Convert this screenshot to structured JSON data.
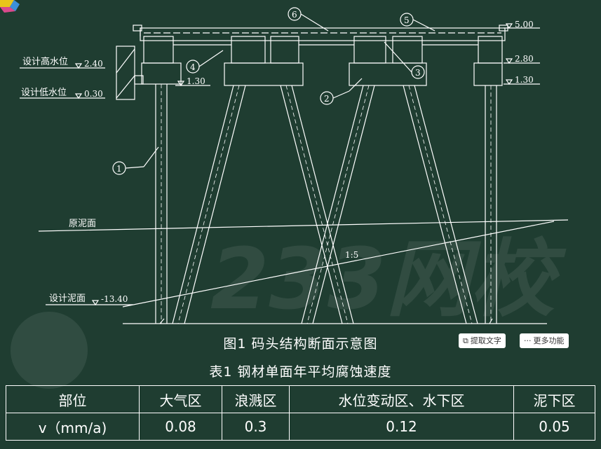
{
  "figure": {
    "labels": {
      "design_high_water": "设计高水位",
      "design_high_water_elev": "2.40",
      "design_low_water": "设计低水位",
      "design_low_water_elev": "0.30",
      "elev_top": "5.00",
      "elev_mid": "2.80",
      "elev_left_cap": "1.30",
      "elev_right_cap": "1.30",
      "original_mud": "原泥面",
      "design_mud": "设计泥面",
      "design_mud_elev": "-13.40",
      "slope": "1:5",
      "callout_1": "1",
      "callout_2": "2",
      "callout_3": "3",
      "callout_4": "4",
      "callout_5": "5",
      "callout_6": "6"
    },
    "caption": "图1    码头结构断面示意图"
  },
  "toolbar": {
    "extract_text": "提取文字",
    "more_functions": "更多功能"
  },
  "table": {
    "caption": "表1    钢材单面年平均腐蚀速度",
    "headers": [
      "部位",
      "大气区",
      "浪溅区",
      "水位变动区、水下区",
      "泥下区"
    ],
    "row": [
      "v（mm/a)",
      "0.08",
      "0.3",
      "0.12",
      "0.05"
    ]
  },
  "watermark": "233网校",
  "colors": {
    "background": "#1f3d31",
    "lines": "#ffffff"
  }
}
